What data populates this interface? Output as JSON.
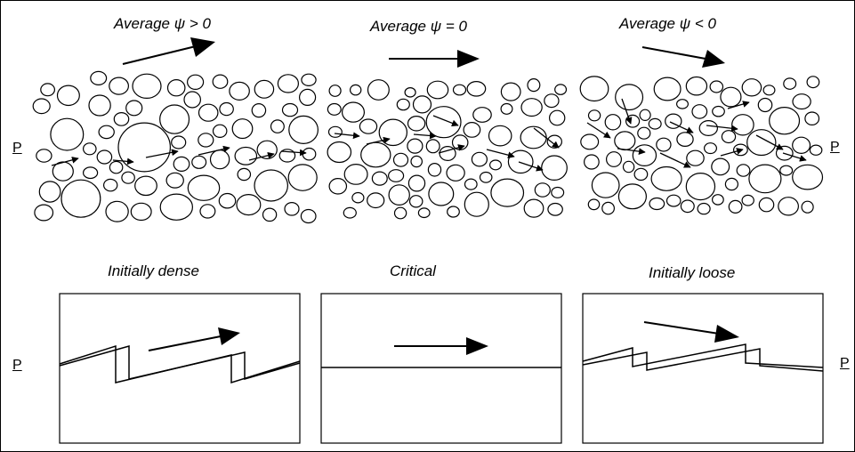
{
  "top_panels": [
    {
      "label": "Average  ψ  > 0"
    },
    {
      "label": "Average ψ  = 0"
    },
    {
      "label": "Average  ψ < 0"
    }
  ],
  "bottom_panels": [
    {
      "label": "Initially dense"
    },
    {
      "label": "Critical"
    },
    {
      "label": "Initially loose"
    }
  ],
  "pressure_label": "P"
}
